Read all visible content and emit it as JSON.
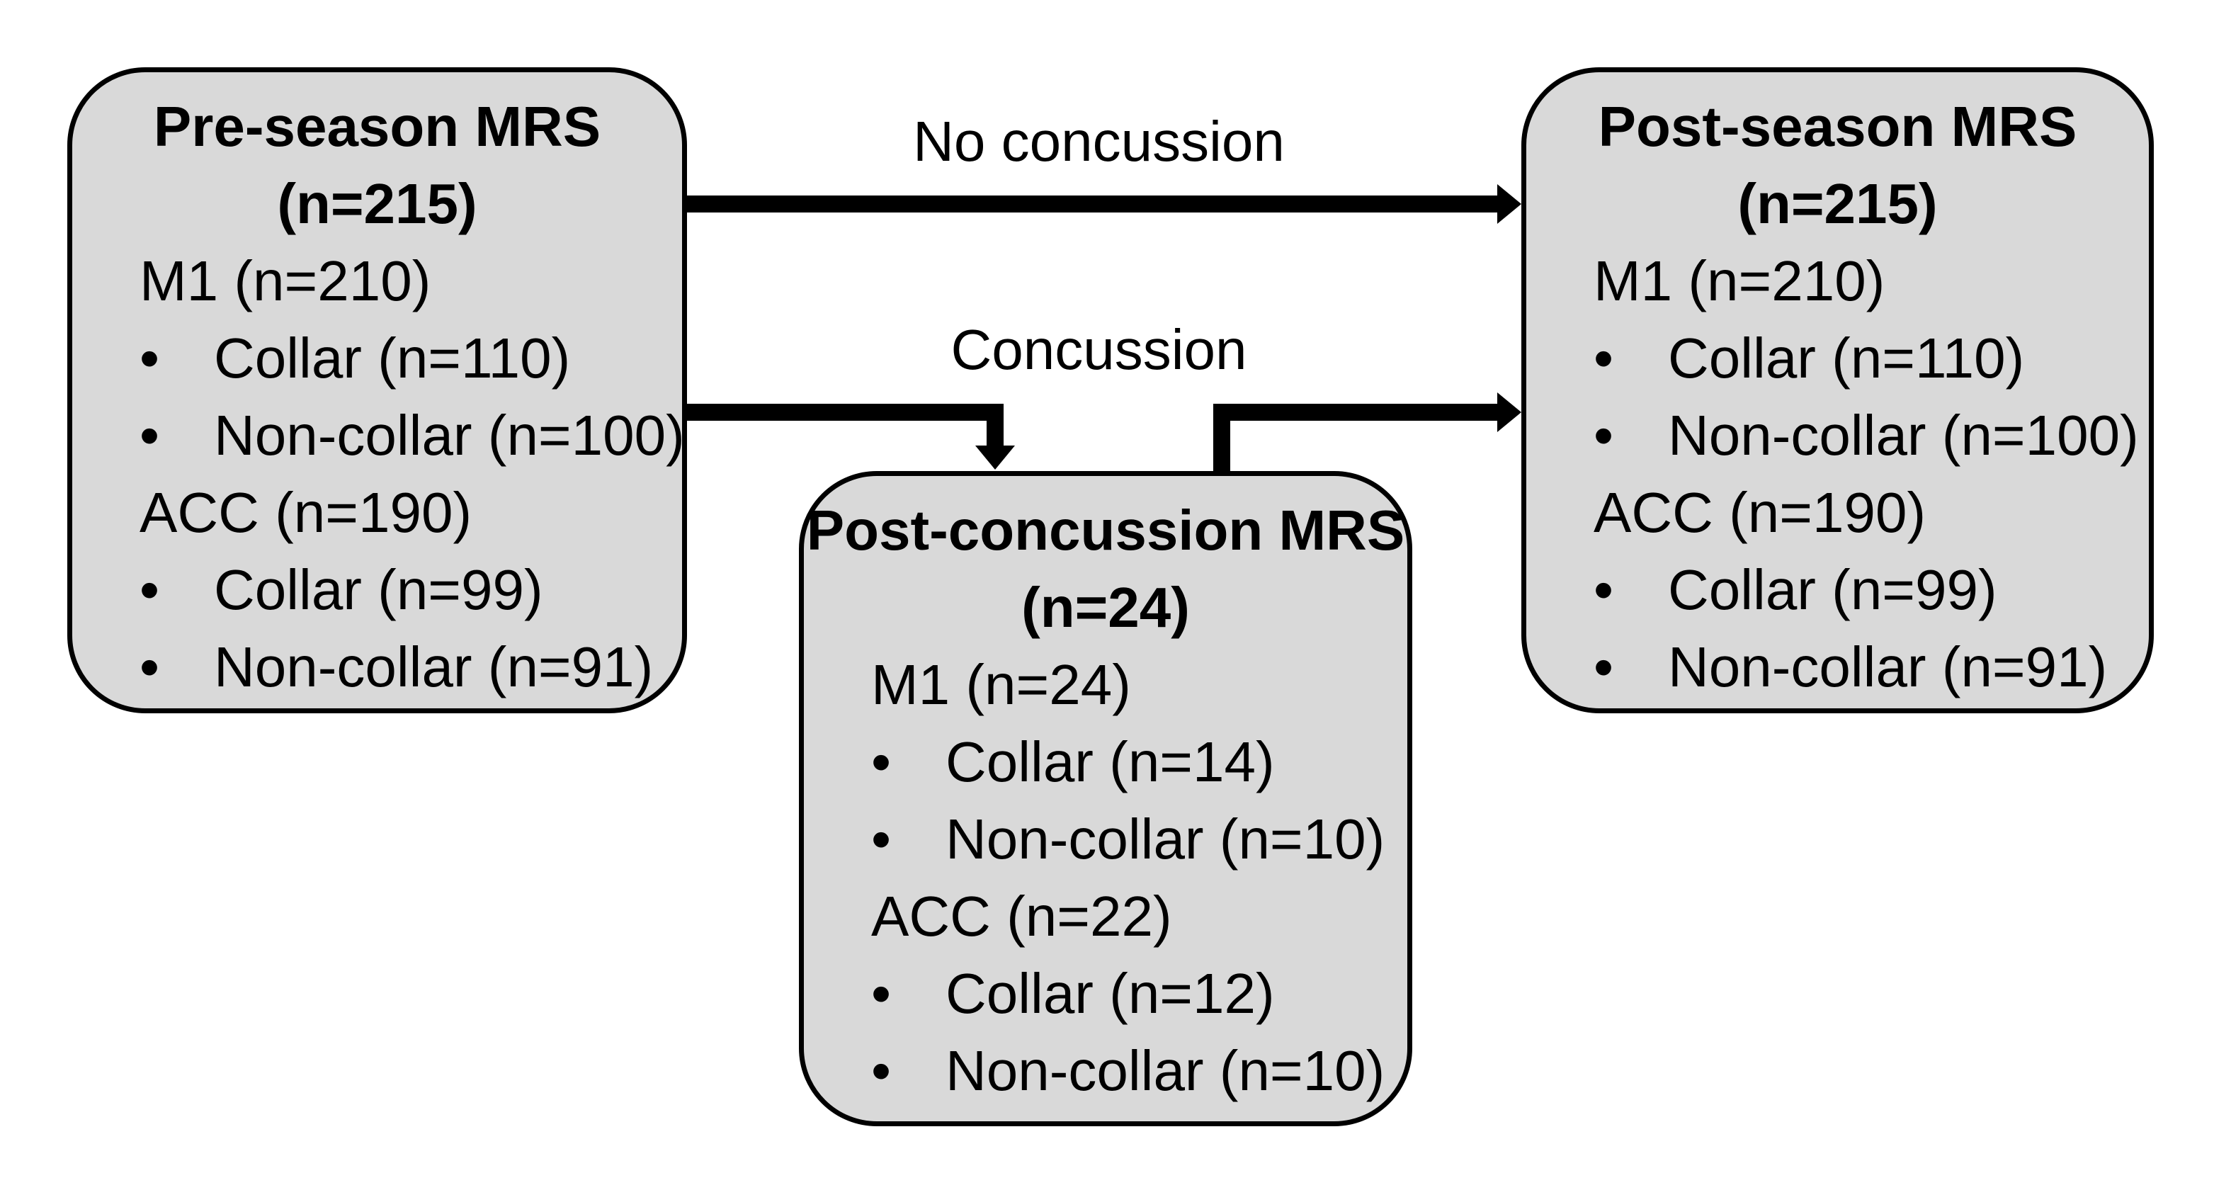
{
  "diagram": {
    "boxes": [
      {
        "name": "pre-season",
        "title": "Pre-season MRS",
        "subtitle": "(n=215)",
        "lines": [
          {
            "marker": "",
            "text": "M1 (n=210)"
          },
          {
            "marker": "•",
            "text": "Collar (n=110)"
          },
          {
            "marker": "•",
            "text": "Non-collar (n=100)"
          },
          {
            "marker": "",
            "text": "ACC (n=190)"
          },
          {
            "marker": "•",
            "text": "Collar (n=99)"
          },
          {
            "marker": "•",
            "text": "Non-collar (n=91)"
          }
        ]
      },
      {
        "name": "post-concussion",
        "title": "Post-concussion MRS",
        "subtitle": "(n=24)",
        "lines": [
          {
            "marker": "",
            "text": "M1 (n=24)"
          },
          {
            "marker": "•",
            "text": "Collar (n=14)"
          },
          {
            "marker": "•",
            "text": "Non-collar (n=10)"
          },
          {
            "marker": "",
            "text": "ACC (n=22)"
          },
          {
            "marker": "•",
            "text": "Collar (n=12)"
          },
          {
            "marker": "•",
            "text": "Non-collar (n=10)"
          }
        ]
      },
      {
        "name": "post-season",
        "title": "Post-season MRS",
        "subtitle": "(n=215)",
        "lines": [
          {
            "marker": "",
            "text": "M1 (n=210)"
          },
          {
            "marker": "•",
            "text": "Collar (n=110)"
          },
          {
            "marker": "•",
            "text": "Non-collar (n=100)"
          },
          {
            "marker": "",
            "text": "ACC (n=190)"
          },
          {
            "marker": "•",
            "text": "Collar (n=99)"
          },
          {
            "marker": "•",
            "text": "Non-collar (n=91)"
          }
        ]
      }
    ],
    "arrows": [
      {
        "label": "No concussion"
      },
      {
        "label": "Concussion"
      }
    ],
    "colors": {
      "background": "#ffffff",
      "box_fill": "#d9d9d9",
      "box_border": "#000000",
      "arrow": "#000000",
      "text": "#000000"
    }
  }
}
